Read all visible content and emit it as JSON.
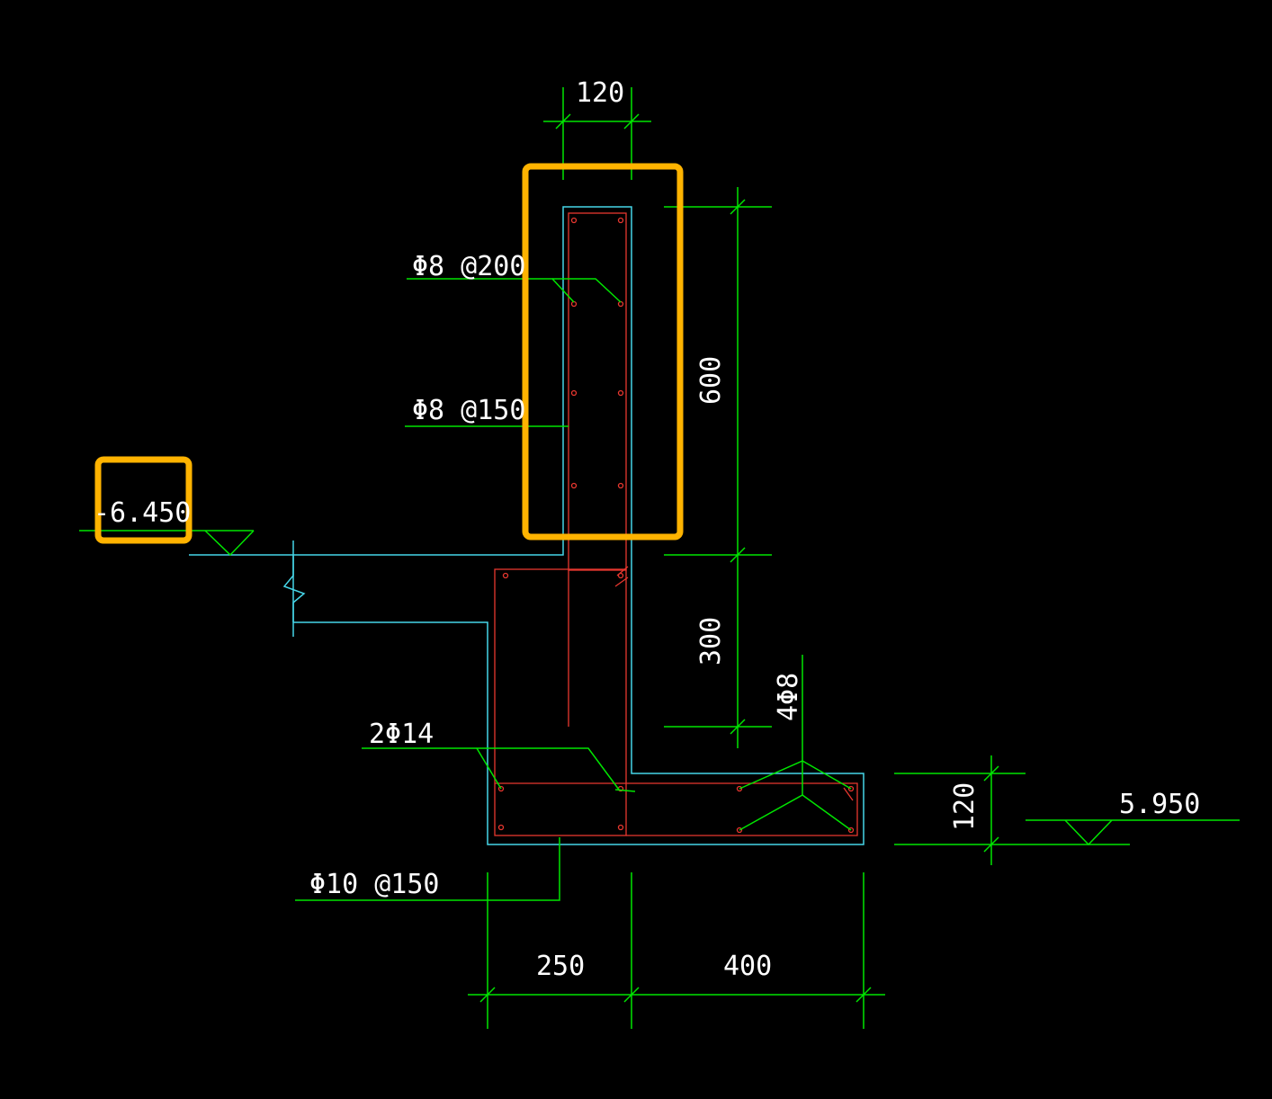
{
  "colors": {
    "background": "#000000",
    "dimension_line": "#00e600",
    "concrete_outline": "#46d6e8",
    "rebar": "#e8372f",
    "text": "#ffffff",
    "highlight": "#ffb300"
  },
  "dimensions": {
    "wall_thickness": "120",
    "wall_upper_height": "600",
    "wall_lower_height": "300",
    "slab_thickness": "120",
    "left_width": "250",
    "right_width": "400"
  },
  "rebar_labels": {
    "top_bars": "Φ8 @200",
    "vertical_bars": "Φ8 @150",
    "longitudinal_bars": "2Φ14",
    "stirrups": "Φ10 @150",
    "distribution_bars": "4Φ8"
  },
  "elevations": {
    "left": "-6.450",
    "right": "5.950"
  }
}
